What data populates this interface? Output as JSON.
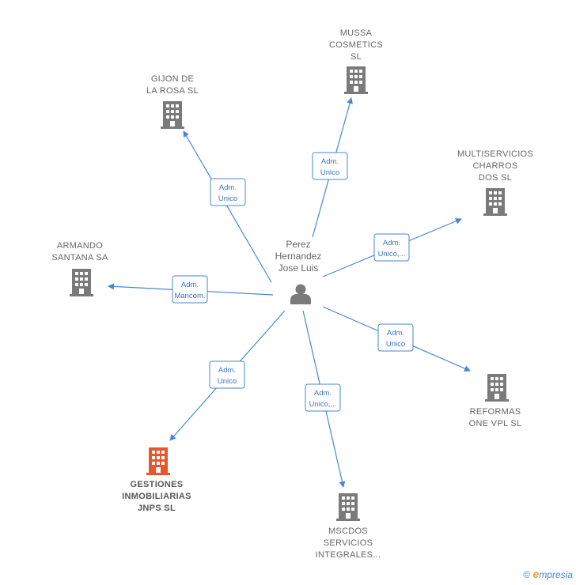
{
  "center": {
    "label_lines": [
      "Perez",
      "Hernandez",
      "Jose Luis"
    ],
    "icon": "person-icon"
  },
  "companies": [
    {
      "id": "mussa",
      "label_lines": [
        "MUSSA",
        "COSMETICS",
        "SL"
      ],
      "role_lines": [
        "Adm.",
        "Unico"
      ],
      "highlight": false
    },
    {
      "id": "gijon",
      "label_lines": [
        "GIJON DE",
        "LA ROSA SL"
      ],
      "role_lines": [
        "Adm.",
        "Unico"
      ],
      "highlight": false
    },
    {
      "id": "multiservicios",
      "label_lines": [
        "MULTISERVICIOS",
        "CHARROS",
        "DOS SL"
      ],
      "role_lines": [
        "Adm.",
        "Unico,..."
      ],
      "highlight": false
    },
    {
      "id": "armando",
      "label_lines": [
        "ARMANDO",
        "SANTANA SA"
      ],
      "role_lines": [
        "Adm.",
        "Mancom."
      ],
      "highlight": false
    },
    {
      "id": "reformas",
      "label_lines": [
        "REFORMAS",
        "ONE VPL SL"
      ],
      "role_lines": [
        "Adm.",
        "Unico"
      ],
      "highlight": false
    },
    {
      "id": "gestiones",
      "label_lines": [
        "GESTIONES",
        "INMOBILIARIAS",
        "JNPS  SL"
      ],
      "role_lines": [
        "Adm.",
        "Unico"
      ],
      "highlight": true
    },
    {
      "id": "mscdos",
      "label_lines": [
        "MSCDOS",
        "SERVICIOS",
        "INTEGRALES..."
      ],
      "role_lines": [
        "Adm.",
        "Unico,..."
      ],
      "highlight": false
    }
  ],
  "colors": {
    "edge": "#4a86d4",
    "building": "#7a7a7a",
    "building_highlight": "#e8562a",
    "person": "#7a7a7a"
  },
  "footer": {
    "copyright": "©",
    "brand_initial": "e",
    "brand_rest": "mpresia"
  }
}
